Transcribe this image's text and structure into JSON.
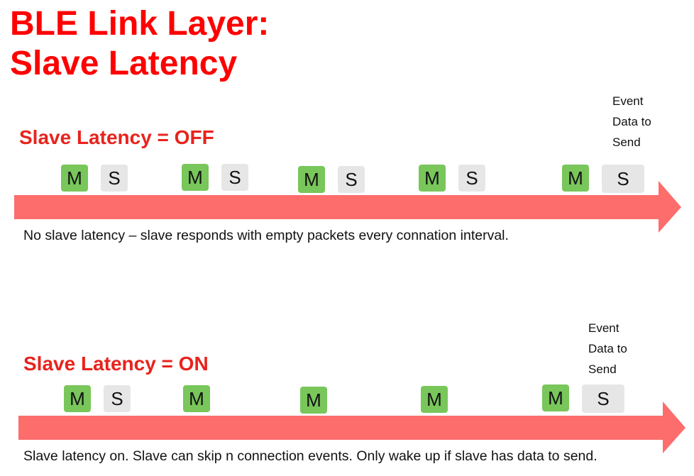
{
  "title": {
    "line1": "BLE Link Layer:",
    "line2": "Slave Latency"
  },
  "colors": {
    "title": "#ff0000",
    "heading": "#e8231d",
    "arrow": "#fc6d6c",
    "master_box": "#79c65b",
    "slave_box": "#e6e6e6"
  },
  "labels": {
    "master": "M",
    "slave": "S"
  },
  "event_note": {
    "line1": "Event",
    "line2": "Data to",
    "line3": "Send"
  },
  "sections": [
    {
      "heading": "Slave Latency = OFF",
      "caption": "No slave latency – slave responds with empty packets every connation interval."
    },
    {
      "heading": "Slave Latency = ON",
      "caption": "Slave latency on.  Slave can skip n connection events. Only wake up if slave has data to send."
    }
  ]
}
